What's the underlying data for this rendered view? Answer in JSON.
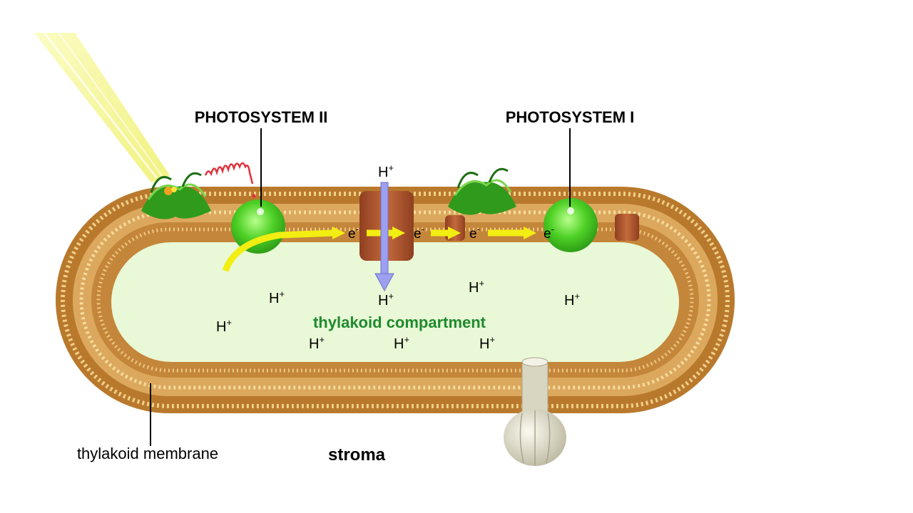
{
  "labels": {
    "photosystem_ii": "PHOTOSYSTEM II",
    "photosystem_i": "PHOTOSYSTEM I",
    "compartment": "thylakoid compartment",
    "membrane": "thylakoid membrane",
    "stroma": "stroma",
    "electron": "e",
    "electron_sup": "-",
    "proton": "H",
    "proton_sup": "+"
  },
  "colors": {
    "membrane_outer": "#b9792c",
    "membrane_inner": "#e2b86c",
    "lumen": "#e9f8d6",
    "photosystem": "#4fd126",
    "cytochrome": "#b3582f",
    "electron_arrow": "#f2ee12",
    "proton_arrow": "#9d9ff0",
    "light_beam": "#f4f48a",
    "compartment_text": "#1f8a2e",
    "atp_synthase": "#e9e6d3"
  }
}
